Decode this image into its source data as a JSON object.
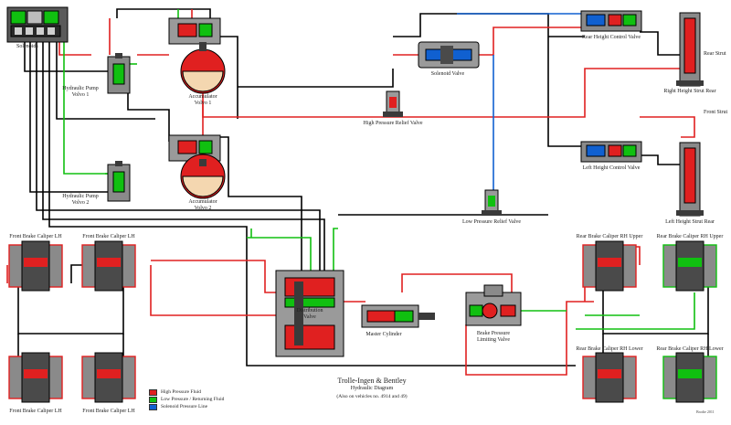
{
  "diagram": {
    "title": "Trolle-Ingen & Bentley",
    "subtitle": "Hydraulic Diagram",
    "caption": "(Also on vehicles no. 4914 and 49)",
    "credit": "Brodie 2011",
    "colors": {
      "high_pressure": "#e02020",
      "low_pressure": "#10c010",
      "solenoid": "#1060d0",
      "pipe": "#000000",
      "metal": "#8a8a8a",
      "dark_metal": "#3a3a3a",
      "pump_body": "#e02020"
    },
    "labels": {
      "solenoids": "Solenoids",
      "hydraulic_pump_1": "Hydraulic Pump\nVolvo 1",
      "hydraulic_pump_2": "Hydraulic Pump\nVolvo 2",
      "accumulator_1": "Accumulator\nVolvo 1",
      "accumulator_2": "Accumulator\nVolvo 2",
      "solenoid_valve": "Solenoid Valve",
      "high_pressure_relief": "High Pressure Relief Valve",
      "low_pressure_relief": "Low Pressure Relief Valve",
      "rear_height_control": "Rear Height Control Valve",
      "left_height_control": "Left Height Control Valve",
      "rear_strut": "Rear Strut",
      "front_strut": "Front Strut",
      "right_height_strut": "Right Height Strut Rear",
      "left_height_strut": "Left Height Strut Rear",
      "distribution_valve": "Distribution\nValve",
      "master_cylinder": "Master Cylinder",
      "brake_pressure_limiting": "Brake Pressure\nLimiting Valve",
      "front_caliper_lh_top": "Front Brake Caliper LH",
      "front_caliper_2_top": "Front Brake Caliper LH",
      "front_caliper_lh_bottom": "Front Brake Caliper LH",
      "front_caliper_2_bottom": "Front Brake Caliper LH",
      "rear_caliper_rh_top": "Rear Brake Caliper RH Upper",
      "rear_caliper_2_top": "Rear Brake Caliper RH Upper",
      "rear_caliper_rh_bottom": "Rear Brake Caliper RH Lower",
      "rear_caliper_2_bottom": "Rear Brake Caliper RH Lower"
    },
    "legend": [
      {
        "label": "High Pressure Fluid",
        "color": "#e02020"
      },
      {
        "label": "Low Pressure / Returning Fluid",
        "color": "#10c010"
      },
      {
        "label": "Solenoid Pressure Line",
        "color": "#1060d0"
      }
    ]
  }
}
